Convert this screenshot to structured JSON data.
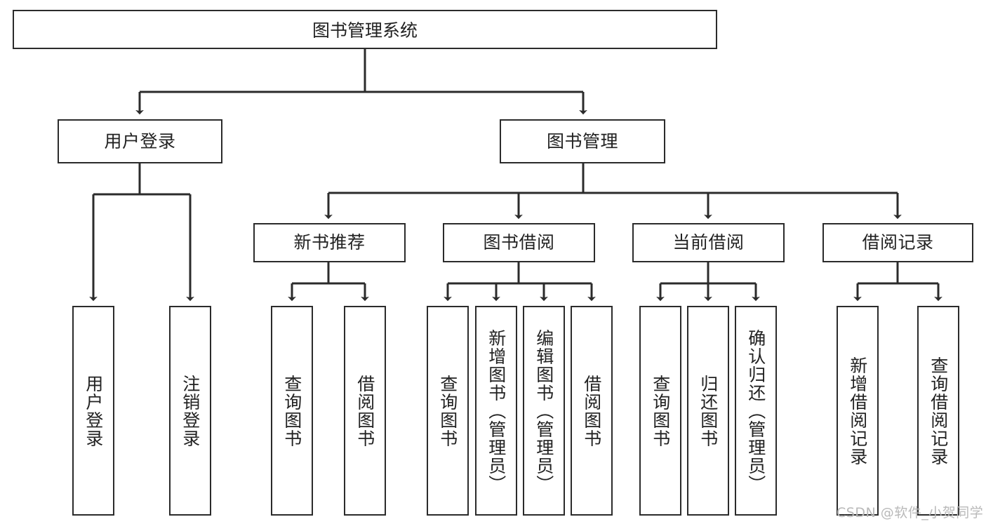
{
  "diagram": {
    "title": "图书管理系统",
    "type": "tree",
    "orientation": "top-down",
    "line_color": "#2b2b2b",
    "box_fill": "#ffffff",
    "text_color": "#222222",
    "watermark": "CSDN @软件_小贺同学",
    "watermark_color": "#b9b9b9"
  },
  "nodes": {
    "root": {
      "label": "图书管理系统",
      "level": 0
    },
    "level1": [
      {
        "id": "user-login",
        "label": "用户登录"
      },
      {
        "id": "book-manage",
        "label": "图书管理"
      }
    ],
    "level2": [
      {
        "id": "new-book-recommend",
        "label": "新书推荐",
        "parent": "book-manage"
      },
      {
        "id": "book-borrow",
        "label": "图书借阅",
        "parent": "book-manage"
      },
      {
        "id": "current-borrow",
        "label": "当前借阅",
        "parent": "book-manage"
      },
      {
        "id": "borrow-record",
        "label": "借阅记录",
        "parent": "book-manage"
      }
    ],
    "leaves": {
      "user-login": [
        {
          "id": "leaf-user-login",
          "label": "用户登录"
        },
        {
          "id": "leaf-user-logout",
          "label": "注销登录"
        }
      ],
      "new-book-recommend": [
        {
          "id": "leaf-query-book-1",
          "label": "查询图书"
        },
        {
          "id": "leaf-borrow-book-1",
          "label": "借阅图书"
        }
      ],
      "book-borrow": [
        {
          "id": "leaf-query-book-2",
          "label": "查询图书"
        },
        {
          "id": "leaf-add-book",
          "label": "新增图书（管理员）"
        },
        {
          "id": "leaf-edit-book",
          "label": "编辑图书（管理员）"
        },
        {
          "id": "leaf-borrow-book-2",
          "label": "借阅图书"
        }
      ],
      "current-borrow": [
        {
          "id": "leaf-query-book-3",
          "label": "查询图书"
        },
        {
          "id": "leaf-return-book",
          "label": "归还图书"
        },
        {
          "id": "leaf-confirm-return",
          "label": "确认归还（管理员）"
        }
      ],
      "borrow-record": [
        {
          "id": "leaf-add-record",
          "label": "新增借阅记录"
        },
        {
          "id": "leaf-query-record",
          "label": "查询借阅记录"
        }
      ]
    }
  }
}
